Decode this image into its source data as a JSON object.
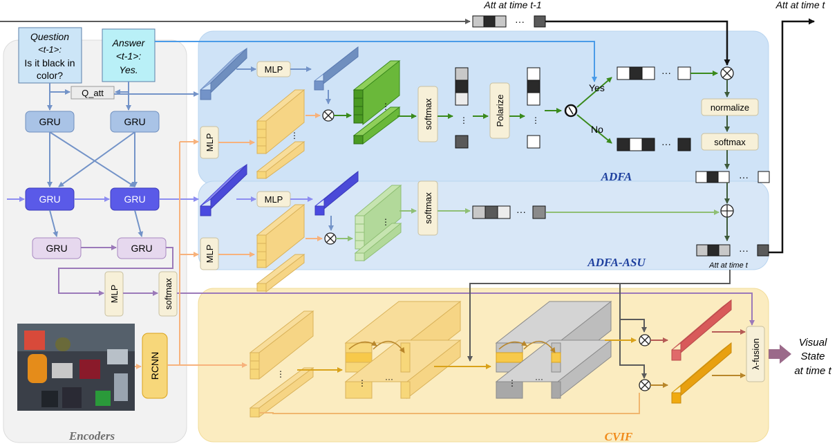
{
  "top": {
    "att_prev": "Att at time t-1",
    "att_out": "Att at time t"
  },
  "question": {
    "line1": "Question",
    "line2": "<t-1>:",
    "line3": "Is it black in",
    "line4": "color?"
  },
  "answer": {
    "line1": "Answer",
    "line2": "<t-1>:",
    "line3": "Yes."
  },
  "labels": {
    "q_att": "Q_att",
    "gru": "GRU",
    "mlp": "MLP",
    "softmax": "softmax",
    "polarize": "Polarize",
    "normalize": "normalize",
    "yes": "Yes",
    "no": "No",
    "rcnn": "RCNN",
    "lambda_fusion": "λ-fusion",
    "att_t": "Att at time t",
    "ellipsis": "···",
    "vdots": "⋮"
  },
  "regions": {
    "encoders": "Encoders",
    "adfa": "ADFA",
    "adfa_asu": "ADFA-ASU",
    "cvif": "CVIF"
  },
  "output": {
    "line1": "Visual",
    "line2": "State",
    "line3": "at time t"
  },
  "colors": {
    "encoder_bg": "#f2f2f2",
    "adfa_bg": "#cfe3f7",
    "cvif_bg": "#fbecc0",
    "blue": "#7393c8",
    "purple_blue": "#6a6ae8",
    "purple": "#9b79b9",
    "orange": "#f7b27c",
    "green": "#3a8a1c",
    "light_green": "#8fbf74",
    "gold": "#d9a21a",
    "red": "#e06a6a",
    "gray": "#5a5a5a",
    "region_label_blue": "#1d3f9e",
    "region_label_orange": "#f08a1a"
  }
}
